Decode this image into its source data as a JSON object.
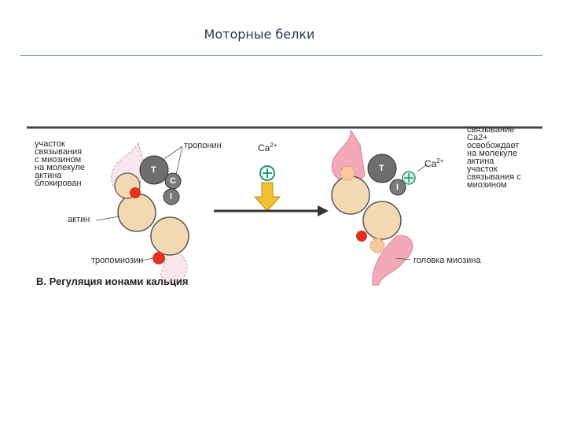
{
  "slide": {
    "title": "Моторные белки"
  },
  "figure": {
    "caption": "В. Регуляция ионами кальция",
    "labels": {
      "binding_site_blocked": "участок\nсвязывания\nс миозином\nна молекуле\nактина\nблокирован",
      "troponin": "тропонин",
      "actin": "актин",
      "tropomyosin": "тропомиозин",
      "calcium_release": "связывание\nCa2+ освобождает\nна молекуле\nактина\nучасток\nсвязывания с\nмиозином",
      "myosin_head": "головка миозина",
      "ca_ion": "Ca",
      "ca_charge": "2+",
      "ca_ion_right": "Ca",
      "ca_charge_right": "2+"
    },
    "subunit_letters": {
      "t_left": "T",
      "c_left": "C",
      "i_left": "I",
      "t_right": "T",
      "i_right": "I"
    },
    "colors": {
      "actin": "#f3d8b4",
      "troponin": "#6e6e6e",
      "tropomyosin": "#e0311e",
      "myosin": "#f4a9b9",
      "arrow": "#f0c230"
    }
  }
}
